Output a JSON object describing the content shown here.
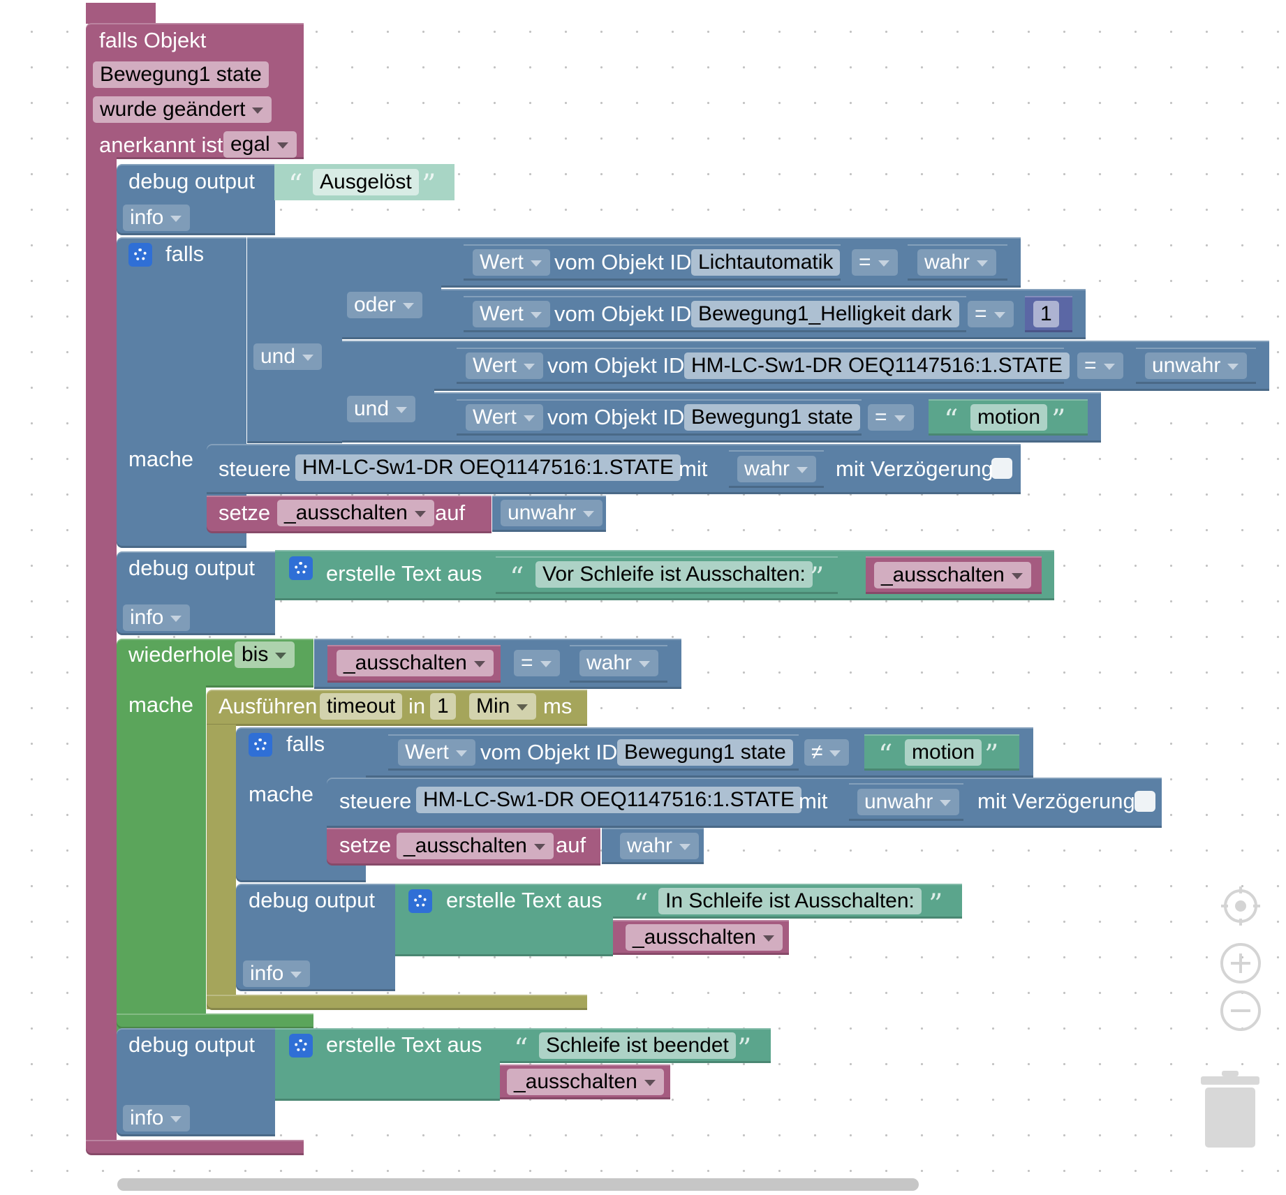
{
  "event": {
    "title": "falls Objekt",
    "object": "Bewegung1 state",
    "mode": "wurde geändert",
    "ack_label": "anerkannt ist",
    "ack_value": "egal"
  },
  "debug1": {
    "label": "debug output",
    "text": "Ausgelöst",
    "level": "info"
  },
  "if1": {
    "falls": "falls",
    "mache": "mache",
    "und_op": "und",
    "oder_op": "oder",
    "und2_op": "und",
    "cond1": {
      "wert": "Wert",
      "vom": "vom Objekt ID",
      "id": "Lichtautomatik",
      "op": "=",
      "value": "wahr"
    },
    "cond2": {
      "wert": "Wert",
      "vom": "vom Objekt ID",
      "id": "Bewegung1_Helligkeit dark",
      "op": "=",
      "value": "1"
    },
    "cond3": {
      "wert": "Wert",
      "vom": "vom Objekt ID",
      "id": "HM-LC-Sw1-DR OEQ1147516:1.STATE",
      "op": "=",
      "value": "unwahr"
    },
    "cond4": {
      "wert": "Wert",
      "vom": "vom Objekt ID",
      "id": "Bewegung1 state",
      "op": "=",
      "value": "motion"
    },
    "control": {
      "label": "steuere",
      "id": "HM-LC-Sw1-DR OEQ1147516:1.STATE",
      "mit": "mit",
      "value": "wahr",
      "delay": "mit Verzögerung"
    },
    "set": {
      "label": "setze",
      "var": "_ausschalten",
      "auf": "auf",
      "value": "unwahr"
    }
  },
  "debug2": {
    "label": "debug output",
    "create": "erstelle Text aus",
    "text": "Vor Schleife ist Ausschalten:",
    "var": "_ausschalten",
    "level": "info"
  },
  "loop": {
    "label": "wiederhole",
    "mode": "bis",
    "var": "_ausschalten",
    "op": "=",
    "value": "wahr",
    "mache": "mache",
    "timeout": {
      "label": "Ausführen",
      "name": "timeout",
      "in": "in",
      "value": "1",
      "unit": "Min",
      "ms": "ms"
    },
    "if2": {
      "falls": "falls",
      "mache": "mache",
      "cond": {
        "wert": "Wert",
        "vom": "vom Objekt ID",
        "id": "Bewegung1 state",
        "op": "≠",
        "value": "motion"
      },
      "control": {
        "label": "steuere",
        "id": "HM-LC-Sw1-DR OEQ1147516:1.STATE",
        "mit": "mit",
        "value": "unwahr",
        "delay": "mit Verzögerung"
      },
      "set": {
        "label": "setze",
        "var": "_ausschalten",
        "auf": "auf",
        "value": "wahr"
      }
    },
    "debug": {
      "label": "debug output",
      "create": "erstelle Text aus",
      "text": "In  Schleife ist Ausschalten:",
      "var": "_ausschalten",
      "level": "info"
    }
  },
  "debug3": {
    "label": "debug output",
    "create": "erstelle Text aus",
    "text": "Schleife ist beendet",
    "var": "_ausschalten",
    "level": "info"
  },
  "controls": {
    "center_icon": "target-icon",
    "zoom_in_icon": "zoom-in-icon",
    "zoom_out_icon": "zoom-out-icon",
    "trash_icon": "trash-icon"
  }
}
